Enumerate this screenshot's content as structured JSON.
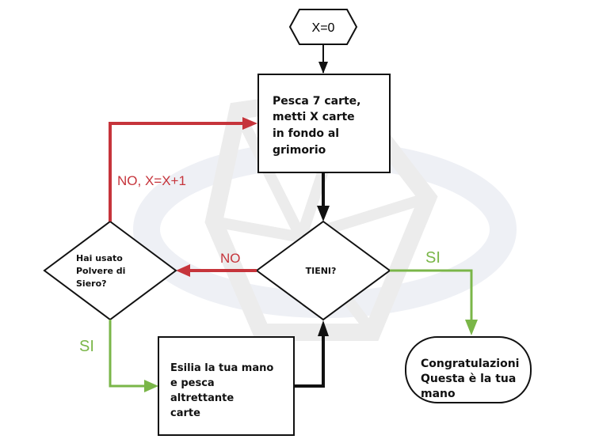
{
  "colors": {
    "no": "#c6343b",
    "yes": "#7ab648",
    "line": "#111111",
    "watermark": "#ececec"
  },
  "nodes": {
    "start": "X=0",
    "draw": [
      "Pesca 7 carte,",
      "metti X carte",
      "in fondo al",
      "grimorio"
    ],
    "keep": "TIENI?",
    "serum": [
      "Hai usato",
      "Polvere di",
      "Siero?"
    ],
    "exile": [
      "Esilia la tua mano",
      "e pesca",
      "altrettante",
      "carte"
    ],
    "end": [
      "Congratulazioni",
      "Questa è la tua",
      "mano"
    ]
  },
  "edges": {
    "no_loop": "NO, X=X+1",
    "keep_no": "NO",
    "keep_yes": "SI",
    "serum_yes": "SI"
  }
}
